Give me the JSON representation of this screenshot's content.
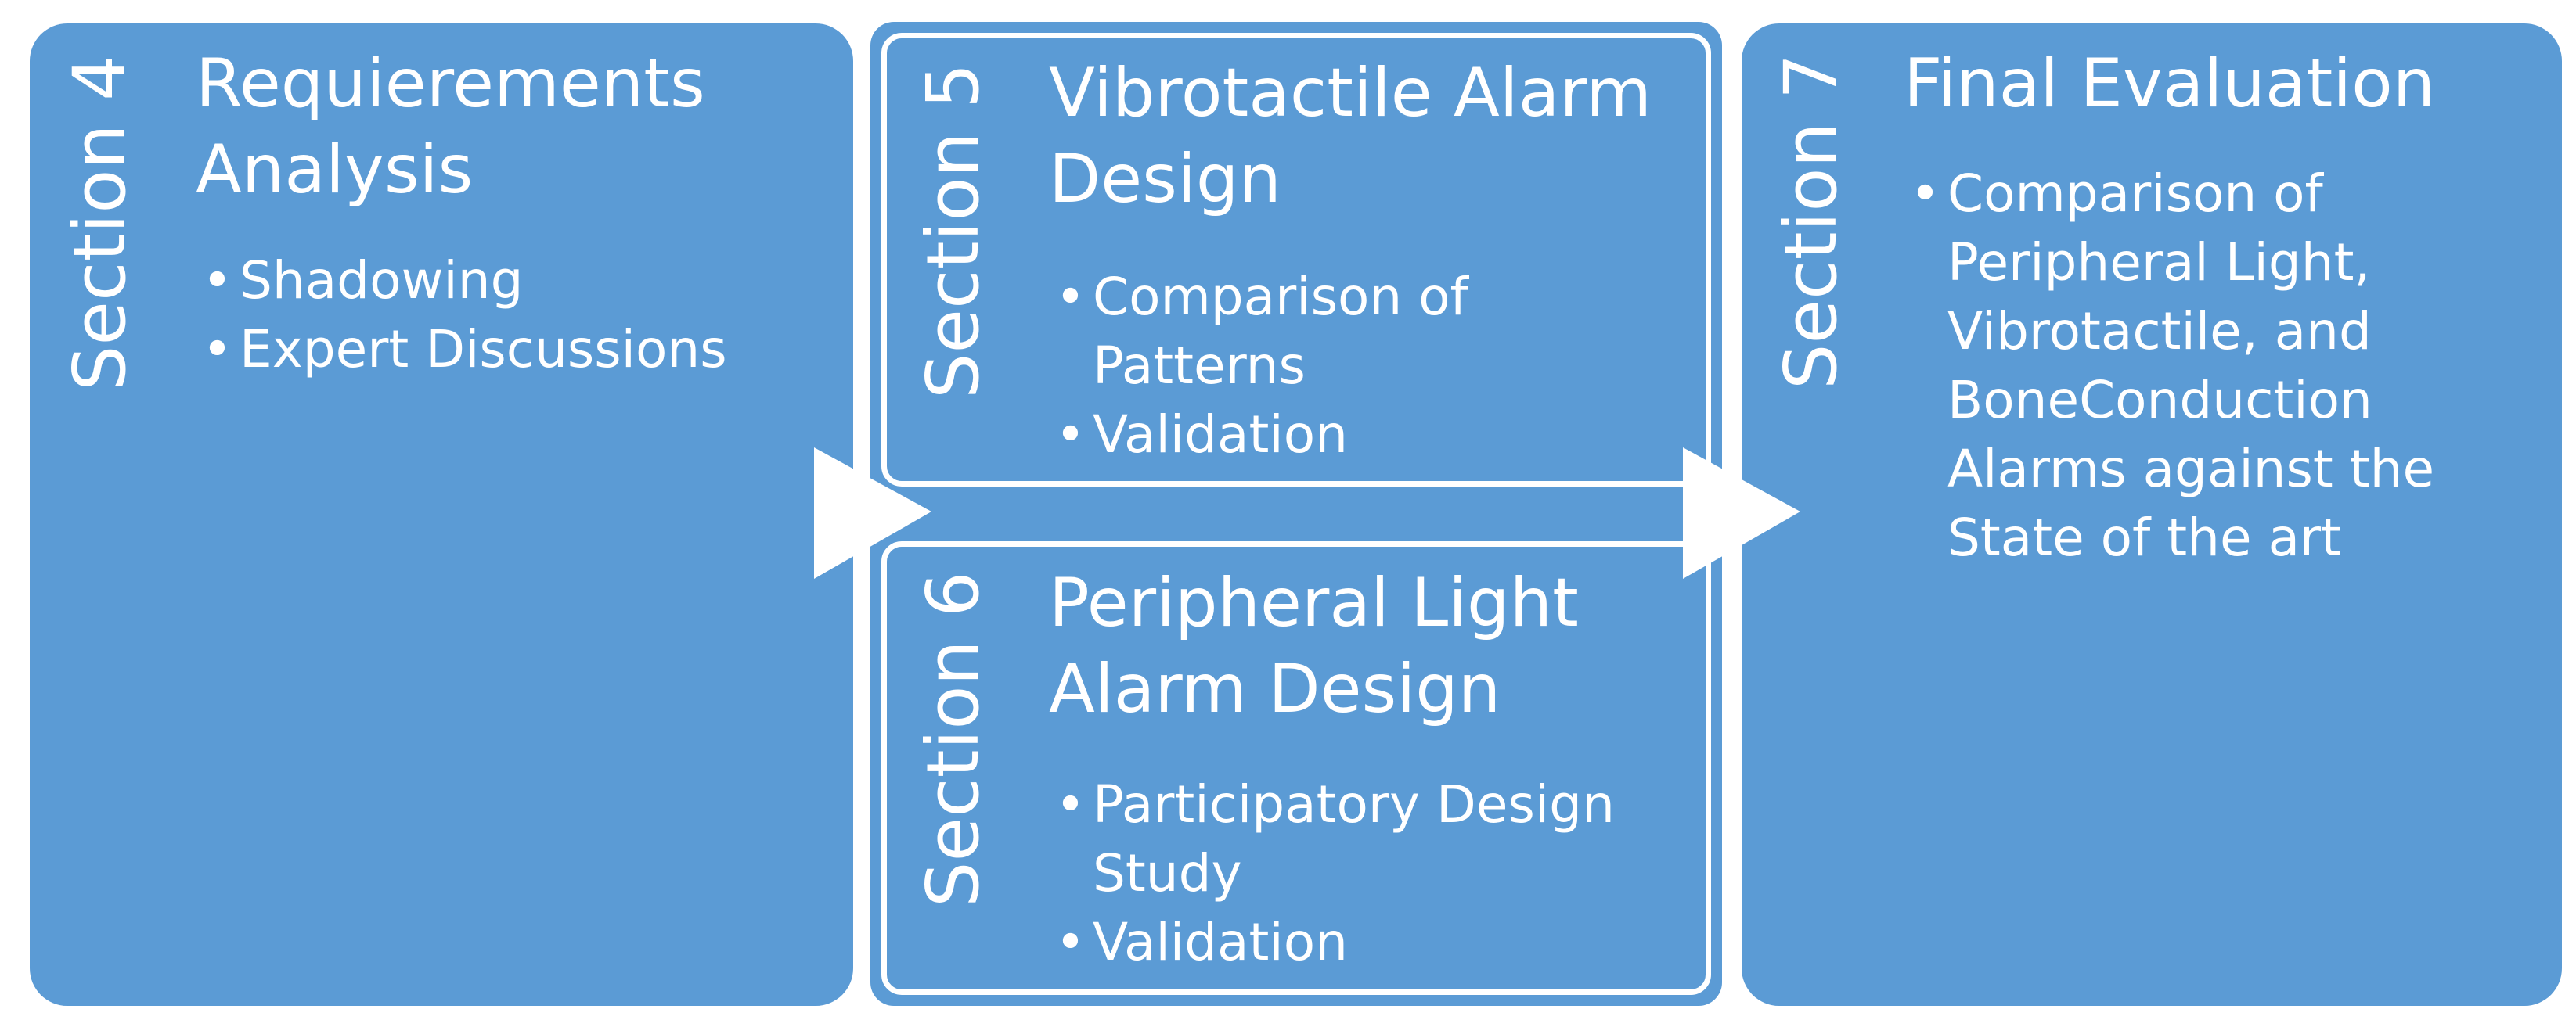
{
  "colors": {
    "panel": "#5b9bd5",
    "text": "#ffffff",
    "frame": "#ffffff"
  },
  "section4": {
    "label": "Section 4",
    "title_lines": [
      "Requierements",
      "Analysis"
    ],
    "bullets": [
      [
        "Shadowing"
      ],
      [
        "Expert Discussions"
      ]
    ]
  },
  "section5": {
    "label": "Section 5",
    "title_lines": [
      "Vibrotactile Alarm",
      "Design"
    ],
    "bullets": [
      [
        "Comparison of",
        "Patterns"
      ],
      [
        "Validation"
      ]
    ]
  },
  "section6": {
    "label": "Section 6",
    "title_lines": [
      "Peripheral Light",
      "Alarm Design"
    ],
    "bullets": [
      [
        "Participatory Design",
        "Study"
      ],
      [
        "Validation"
      ]
    ]
  },
  "section7": {
    "label": "Section 7",
    "title_lines": [
      "Final Evaluation"
    ],
    "bullets": [
      [
        "Comparison of",
        "Peripheral Light,",
        "Vibrotactile, and",
        "BoneConduction",
        "Alarms against the",
        "State of the art"
      ]
    ]
  },
  "bullet_char": "•"
}
